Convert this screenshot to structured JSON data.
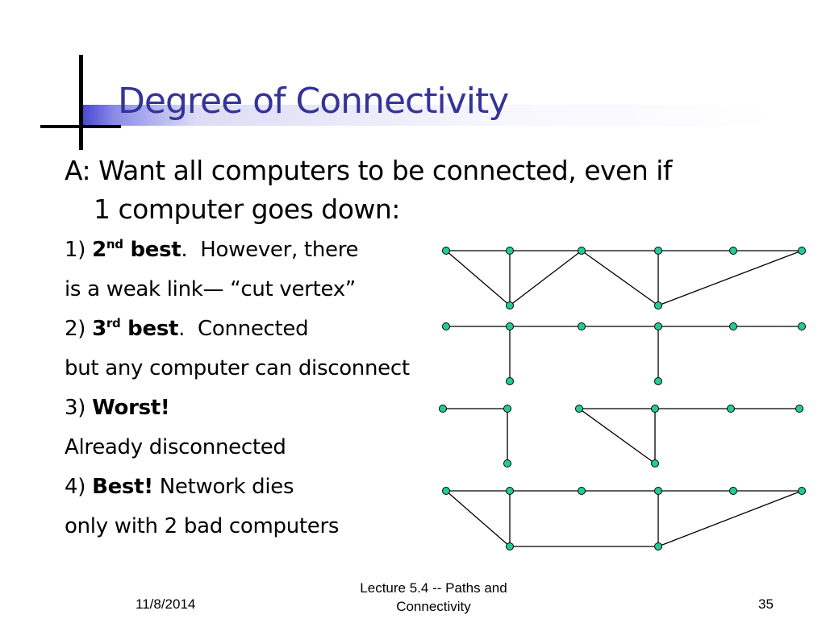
{
  "slide": {
    "title": "Degree of Connectivity",
    "intro": {
      "line1": "A: Want all computers to be connected, even if",
      "line2": "1 computer goes down:"
    },
    "items": [
      {
        "number": "1)",
        "rank": "2",
        "suffix": "nd",
        "word": "best",
        "rest": ".  However, there"
      },
      {
        "text": "is a weak link— “cut vertex”"
      },
      {
        "number": "2)",
        "rank": "3",
        "suffix": "rd",
        "word": "best",
        "rest": ".  Connected"
      },
      {
        "text": "but any computer can disconnect"
      },
      {
        "number": "3)",
        "word": "Worst!"
      },
      {
        "text": "Already disconnected"
      },
      {
        "number": "4)",
        "word": "Best!",
        "rest": " Network dies"
      },
      {
        "text": "only with 2 bad computers"
      }
    ]
  },
  "footer": {
    "date": "11/8/2014",
    "course_line1": "Lecture 5.4 -- Paths and",
    "course_line2": "Connectivity",
    "page": "35"
  },
  "colors": {
    "title": "#333399",
    "accent_bar": "#4a4ad0",
    "node_fill": "#22cc99",
    "edge": "#000000"
  }
}
